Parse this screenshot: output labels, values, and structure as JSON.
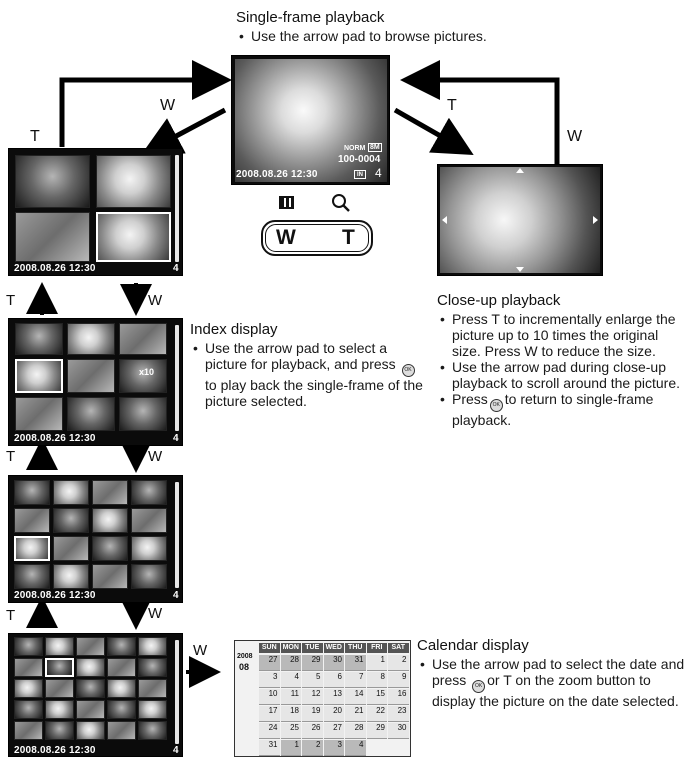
{
  "single_frame": {
    "title": "Single-frame playback",
    "bullets": [
      "Use the arrow pad to browse pictures."
    ],
    "screen": {
      "date": "2008.08.26  12:30",
      "norm": "NORM",
      "size": "8M",
      "file": "100-0004",
      "count": "4"
    }
  },
  "zoom_button": {
    "w_label": "W",
    "t_label": "T"
  },
  "arrow_labels": {
    "left_t": "T",
    "left_w": "W",
    "right_t": "T",
    "right_w": "W"
  },
  "closeup": {
    "title": "Close-up playback",
    "bullets": [
      "Press T to incrementally enlarge the picture up to 10 times the original size. Press W to reduce the size.",
      "Use the arrow pad during close-up playback to scroll around the picture.",
      "Press  to return to single-frame playback."
    ]
  },
  "index": {
    "title": "Index display",
    "bullets": [
      "Use the arrow pad to select a picture for playback, and press  to play back the single-frame of the picture selected."
    ],
    "screens": [
      {
        "date": "2008.08.26  12:30",
        "count": "4"
      },
      {
        "date": "2008.08.26  12:30",
        "count": "4",
        "print_badge": "x10"
      },
      {
        "date": "2008.08.26  12:30",
        "count": "4"
      },
      {
        "date": "2008.08.26  12:30",
        "count": "4"
      }
    ],
    "step_labels": [
      {
        "t": "T",
        "w": "W"
      },
      {
        "t": "T",
        "w": "W"
      },
      {
        "t": "T",
        "w": "W"
      }
    ],
    "calendar_arrow_label": "W"
  },
  "calendar": {
    "title": "Calendar display",
    "bullets": [
      "Use the arrow pad to select the date and press  or T on the zoom button to display the picture on the date selected."
    ],
    "year": "2008",
    "month": "08",
    "weekdays": [
      "SUN",
      "MON",
      "TUE",
      "WED",
      "THU",
      "FRI",
      "SAT"
    ],
    "weeks": [
      [
        "27",
        "28",
        "29",
        "30",
        "31",
        "1",
        "2"
      ],
      [
        "3",
        "4",
        "5",
        "6",
        "7",
        "8",
        "9"
      ],
      [
        "10",
        "11",
        "12",
        "13",
        "14",
        "15",
        "16"
      ],
      [
        "17",
        "18",
        "19",
        "20",
        "21",
        "22",
        "23"
      ],
      [
        "24",
        "25",
        "26",
        "27",
        "28",
        "29",
        "30"
      ],
      [
        "31",
        "1",
        "2",
        "3",
        "4",
        "",
        ""
      ]
    ]
  },
  "colors": {
    "ink": "#111111",
    "screen_bg": "#0b0b0b",
    "arrow": "#000000"
  }
}
